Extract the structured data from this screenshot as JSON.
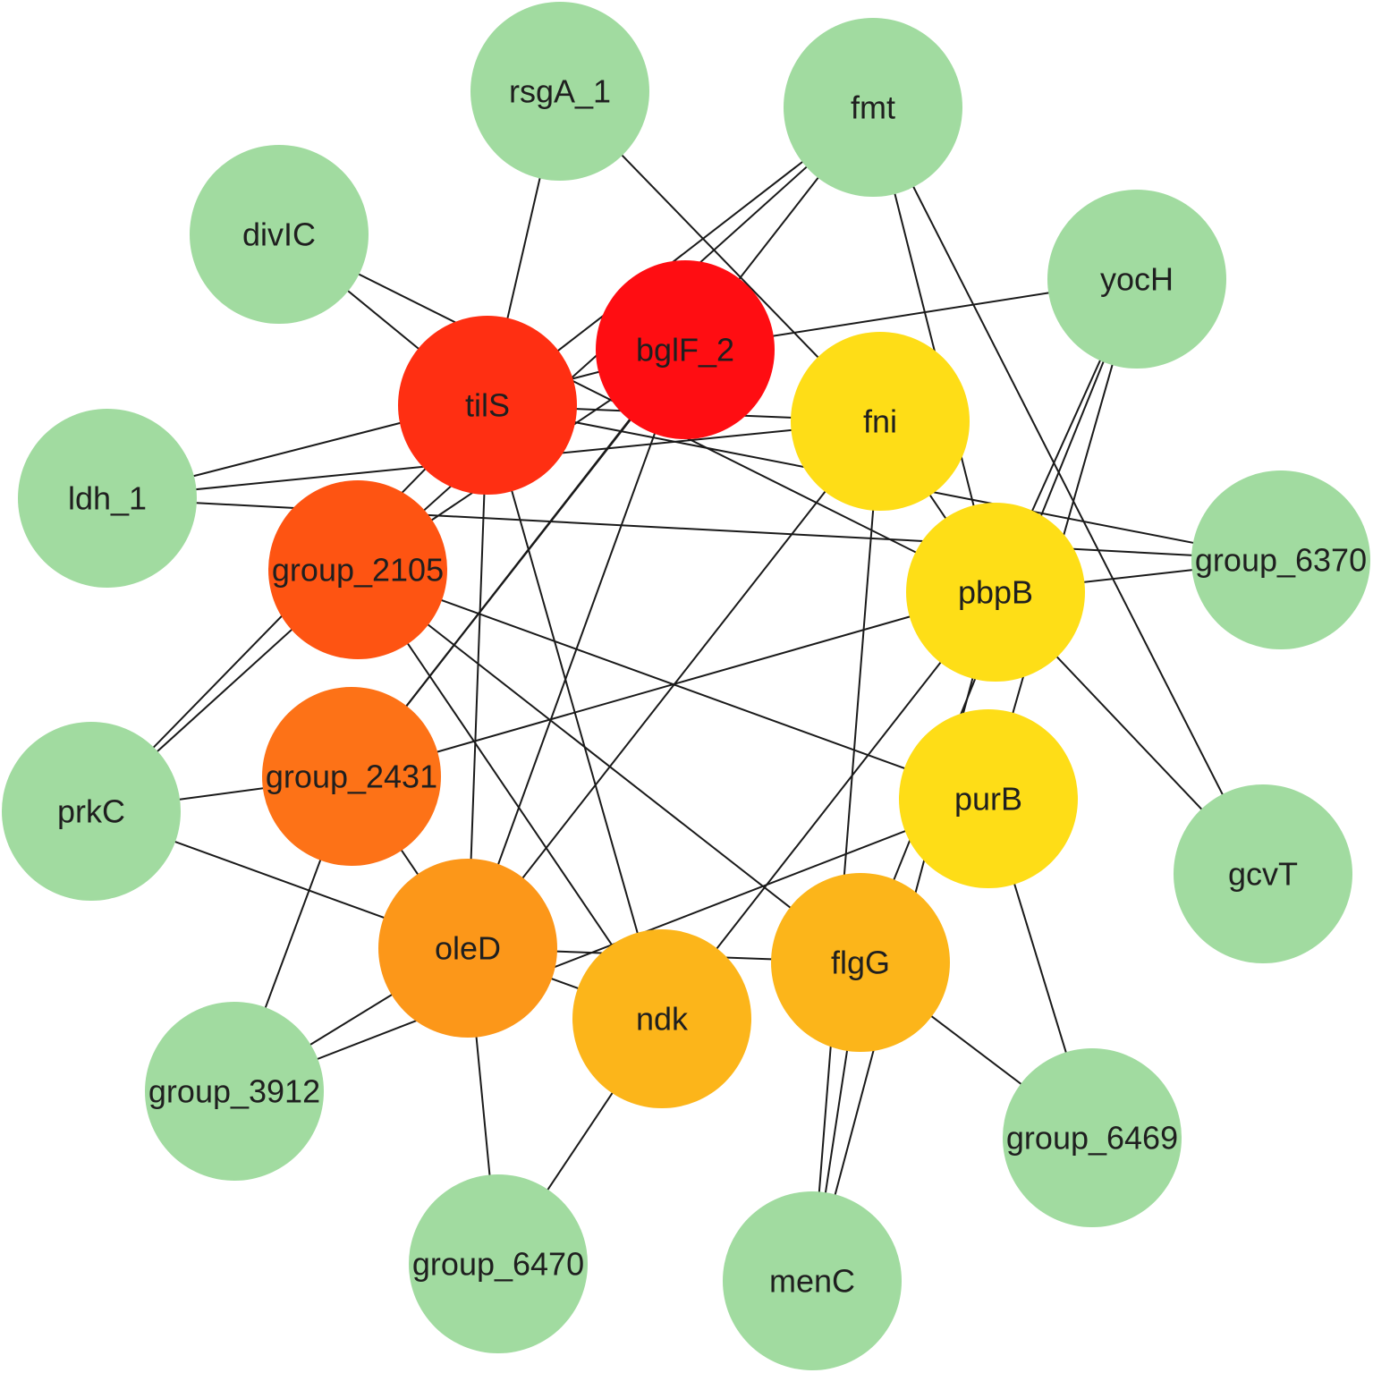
{
  "nodes": [
    {
      "id": "tilS",
      "label": "tilS",
      "color": "#FF2F12"
    },
    {
      "id": "bglF_2",
      "label": "bglF_2",
      "color": "#FF0D12"
    },
    {
      "id": "fni",
      "label": "fni",
      "color": "#FEDD17"
    },
    {
      "id": "group_2105",
      "label": "group_2105",
      "color": "#FE5412"
    },
    {
      "id": "pbpB",
      "label": "pbpB",
      "color": "#FEDE17"
    },
    {
      "id": "group_2431",
      "label": "group_2431",
      "color": "#FD7217"
    },
    {
      "id": "purB",
      "label": "purB",
      "color": "#FEDD17"
    },
    {
      "id": "oleD",
      "label": "oleD",
      "color": "#FC9719"
    },
    {
      "id": "ndk",
      "label": "ndk",
      "color": "#FCB51A"
    },
    {
      "id": "flgG",
      "label": "flgG",
      "color": "#FCB51A"
    },
    {
      "id": "rsgA_1",
      "label": "rsgA_1",
      "color": "#A1DBA0"
    },
    {
      "id": "fmt",
      "label": "fmt",
      "color": "#A1DBA0"
    },
    {
      "id": "divIC",
      "label": "divIC",
      "color": "#A1DBA0"
    },
    {
      "id": "yocH",
      "label": "yocH",
      "color": "#A1DBA0"
    },
    {
      "id": "ldh_1",
      "label": "ldh_1",
      "color": "#A1DBA0"
    },
    {
      "id": "group_6370",
      "label": "group_6370",
      "color": "#A1DBA0"
    },
    {
      "id": "prkC",
      "label": "prkC",
      "color": "#A1DBA0"
    },
    {
      "id": "gcvT",
      "label": "gcvT",
      "color": "#A1DBA0"
    },
    {
      "id": "group_3912",
      "label": "group_3912",
      "color": "#A1DBA0"
    },
    {
      "id": "group_6469",
      "label": "group_6469",
      "color": "#A1DBA0"
    },
    {
      "id": "group_6470",
      "label": "group_6470",
      "color": "#A1DBA0"
    },
    {
      "id": "menC",
      "label": "menC",
      "color": "#A1DBA0"
    }
  ],
  "edges": [
    [
      "rsgA_1",
      "tilS"
    ],
    [
      "rsgA_1",
      "fni"
    ],
    [
      "divIC",
      "tilS"
    ],
    [
      "divIC",
      "pbpB"
    ],
    [
      "fmt",
      "tilS"
    ],
    [
      "fmt",
      "group_2105"
    ],
    [
      "fmt",
      "group_2431"
    ],
    [
      "fmt",
      "pbpB"
    ],
    [
      "fmt",
      "gcvT"
    ],
    [
      "yocH",
      "bglF_2"
    ],
    [
      "yocH",
      "pbpB"
    ],
    [
      "yocH",
      "purB"
    ],
    [
      "yocH",
      "flgG"
    ],
    [
      "ldh_1",
      "bglF_2"
    ],
    [
      "ldh_1",
      "fni"
    ],
    [
      "ldh_1",
      "group_6370"
    ],
    [
      "group_6370",
      "pbpB"
    ],
    [
      "group_6370",
      "tilS"
    ],
    [
      "prkC",
      "tilS"
    ],
    [
      "prkC",
      "group_2105"
    ],
    [
      "prkC",
      "group_2431"
    ],
    [
      "prkC",
      "oleD"
    ],
    [
      "gcvT",
      "pbpB"
    ],
    [
      "group_3912",
      "group_2431"
    ],
    [
      "group_3912",
      "oleD"
    ],
    [
      "group_3912",
      "purB"
    ],
    [
      "group_6469",
      "purB"
    ],
    [
      "group_6469",
      "flgG"
    ],
    [
      "group_6470",
      "oleD"
    ],
    [
      "group_6470",
      "ndk"
    ],
    [
      "menC",
      "flgG"
    ],
    [
      "menC",
      "pbpB"
    ],
    [
      "menC",
      "fni"
    ],
    [
      "tilS",
      "fni"
    ],
    [
      "tilS",
      "ndk"
    ],
    [
      "tilS",
      "oleD"
    ],
    [
      "bglF_2",
      "group_2105"
    ],
    [
      "bglF_2",
      "oleD"
    ],
    [
      "bglF_2",
      "group_2431"
    ],
    [
      "fni",
      "pbpB"
    ],
    [
      "fni",
      "oleD"
    ],
    [
      "group_2105",
      "purB"
    ],
    [
      "group_2105",
      "ndk"
    ],
    [
      "group_2105",
      "flgG"
    ],
    [
      "pbpB",
      "group_2431"
    ],
    [
      "pbpB",
      "ndk"
    ],
    [
      "oleD",
      "ndk"
    ],
    [
      "oleD",
      "flgG"
    ],
    [
      "group_2431",
      "oleD"
    ]
  ]
}
